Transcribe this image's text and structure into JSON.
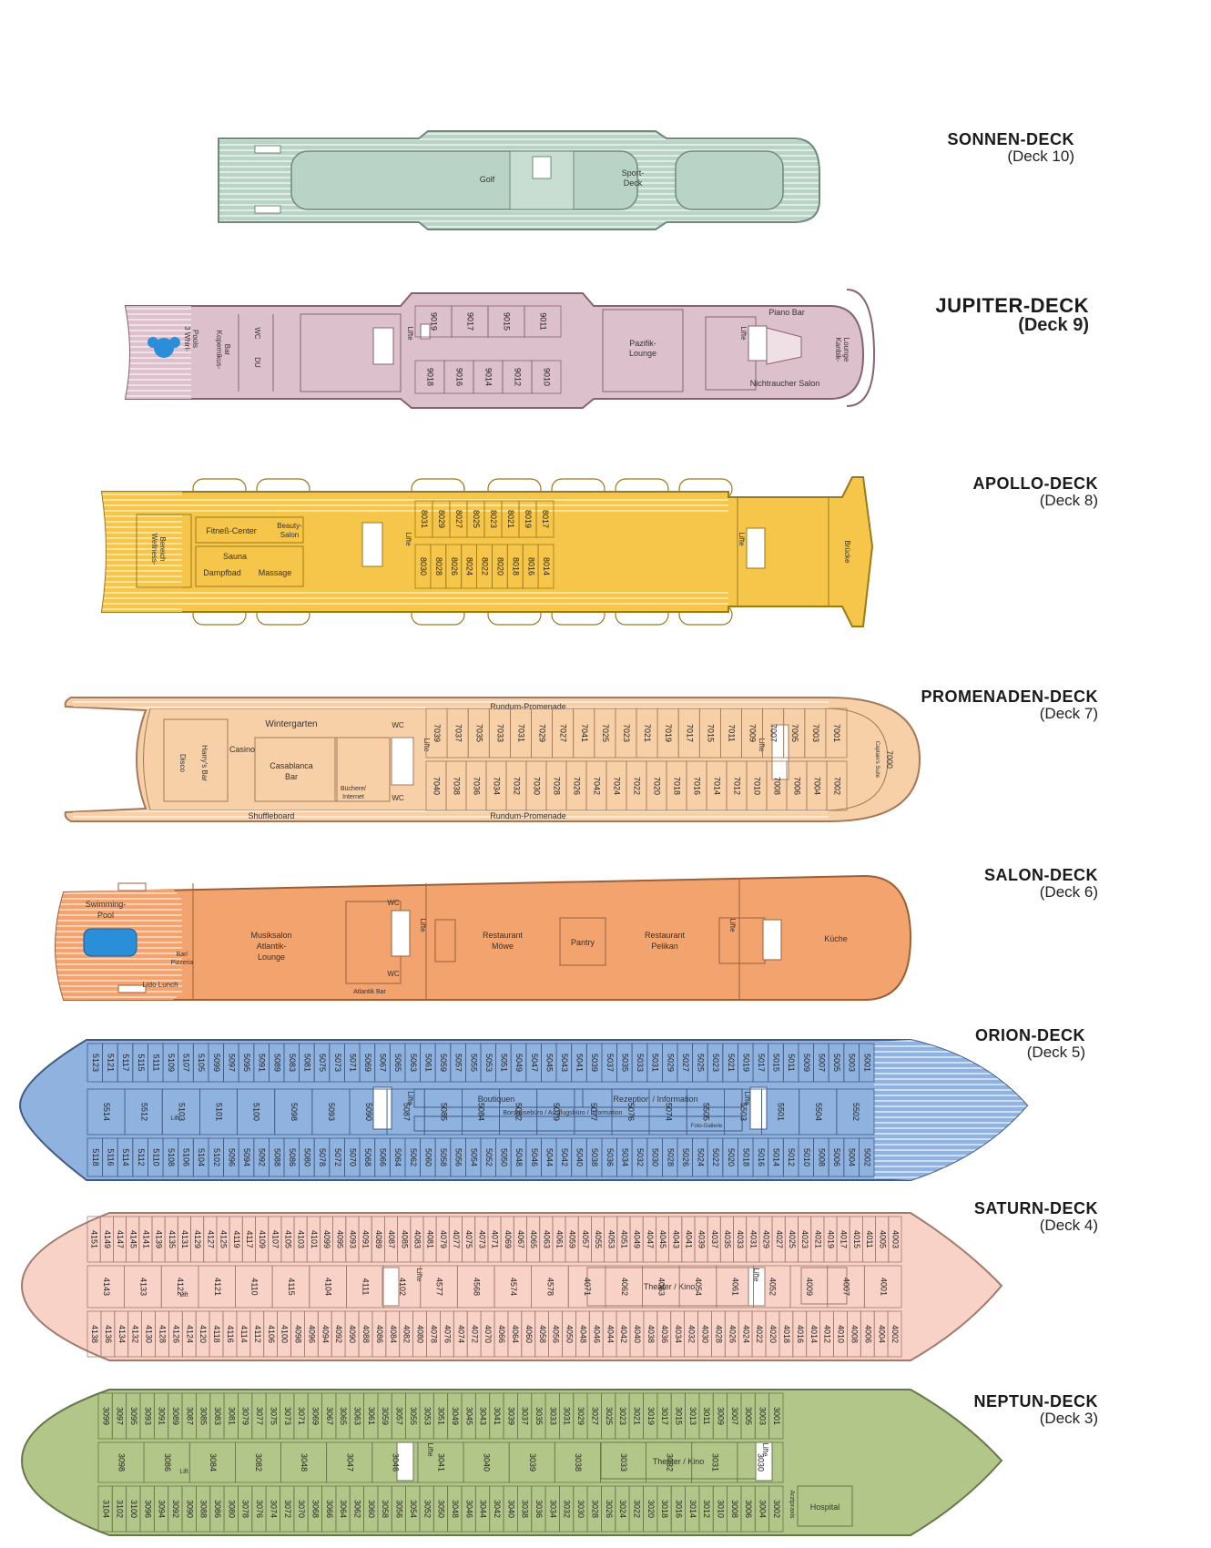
{
  "decks": [
    {
      "id": "sonnen",
      "name": "SONNEN-DECK",
      "number": "(Deck 10)",
      "color": "#b9d3c6",
      "stroke": "#6e8a7c",
      "rooms": {
        "golf": "Golf",
        "sport1": "Sport-",
        "sport2": "Deck"
      },
      "rows": []
    },
    {
      "id": "jupiter",
      "name": "JUPITER-DECK",
      "number": "(Deck 9)",
      "color": "#dcc0cc",
      "stroke": "#86636f",
      "rooms": {
        "whirl1": "3 Whirl-",
        "whirl2": "Pools",
        "kop1": "Kopernikus-",
        "kop2": "Bar",
        "wc": "WC",
        "du": "DU",
        "lifte": "Lifte",
        "pazifik1": "Pazifik-",
        "pazifik2": "Lounge",
        "lifte2": "Lifte",
        "piano": "Piano Bar",
        "kanbik1": "Kanbik-",
        "kanbik2": "Lounge",
        "nicht": "Nichtraucher Salon"
      },
      "rows": [
        [
          "9019",
          "9017",
          "9015",
          "9011"
        ],
        [
          "9018",
          "9016",
          "9014",
          "9012",
          "9010"
        ]
      ]
    },
    {
      "id": "apollo",
      "name": "APOLLO-DECK",
      "number": "(Deck 8)",
      "color": "#f6c64a",
      "stroke": "#9a7a1a",
      "rooms": {
        "well1": "Wellness-",
        "well2": "Bereich",
        "fit": "Fitneß-Center",
        "beauty1": "Beauty-",
        "beauty2": "Salon",
        "sauna": "Sauna",
        "dampf": "Dampfbad",
        "massage": "Massage",
        "lifte": "Lifte",
        "lifte2": "Lifte",
        "bruecke": "Brücke"
      },
      "rows": [
        [
          "8031",
          "8029",
          "8027",
          "8025",
          "8023",
          "8021",
          "8019",
          "8017"
        ],
        [
          "8030",
          "8028",
          "8026",
          "8024",
          "8022",
          "8020",
          "8018",
          "8016",
          "8014"
        ]
      ]
    },
    {
      "id": "promenaden",
      "name": "PROMENADEN-DECK",
      "number": "(Deck 7)",
      "color": "#f8d0a8",
      "stroke": "#a4785a",
      "rooms": {
        "rundum1": "Rundum-Promenade",
        "rundum2": "Rundum-Promenade",
        "winter": "Wintergarten",
        "disco": "Disco",
        "harry": "Harry's Bar",
        "casino": "Casino",
        "casa1": "Casablanca",
        "casa2": "Bar",
        "buech1": "Büchere/",
        "buech2": "Internet",
        "wc1": "WC",
        "wc2": "WC",
        "shuffle": "Shuffleboard",
        "lifte": "Lifte",
        "lifte2": "Lifte",
        "cap1": "7000",
        "cap2": "Captain's Suite"
      },
      "rows": [
        [
          "7039",
          "7037",
          "7035",
          "7033",
          "7031",
          "7029",
          "7027",
          "7041",
          "7025",
          "7023",
          "7021",
          "7019",
          "7017",
          "7015",
          "7011",
          "7009",
          "7007",
          "7005",
          "7003",
          "7001"
        ],
        [
          "7040",
          "7038",
          "7036",
          "7034",
          "7032",
          "7030",
          "7028",
          "7026",
          "7042",
          "7024",
          "7022",
          "7020",
          "7018",
          "7016",
          "7014",
          "7012",
          "7010",
          "7008",
          "7006",
          "7004",
          "7002"
        ]
      ]
    },
    {
      "id": "salon",
      "name": "SALON-DECK",
      "number": "(Deck 6)",
      "color": "#f2a36e",
      "stroke": "#9a603a",
      "rooms": {
        "swim1": "Swimming-",
        "swim2": "Pool",
        "bar1": "Bar/",
        "bar2": "Pizzeria",
        "lido": "Lido Lunch",
        "musik1": "Musiksalon",
        "musik2": "Atlantik-",
        "musik3": "Lounge",
        "atlbar": "Atlantik Bar",
        "wc1": "WC",
        "wc2": "WC",
        "lifte": "Lifte",
        "mowe1": "Restaurant",
        "mowe2": "Möwe",
        "pantry": "Pantry",
        "pel1": "Restaurant",
        "pel2": "Pelikan",
        "lifte2": "Lifte",
        "kueche": "Küche"
      },
      "rows": []
    },
    {
      "id": "orion",
      "name": "ORION-DECK",
      "number": "(Deck 5)",
      "color": "#90b2de",
      "stroke": "#405a86",
      "rooms": {
        "boutiquen": "Boutiquen",
        "rezeption": "Rezeption / Information",
        "bordreise": "Bordreisebüro / Ausflugsbüro / Information",
        "foto": "Foto-Gallerie",
        "lifte": "Lifte",
        "lifte2": "Lifte",
        "lift": "Lift"
      },
      "rows": [
        [
          "5123",
          "5121",
          "5117",
          "5115",
          "5111",
          "5109",
          "5107",
          "5105",
          "5099",
          "5097",
          "5095",
          "5091",
          "5089",
          "5083",
          "5081",
          "5075",
          "5073",
          "5071",
          "5069",
          "5067",
          "5065",
          "5063",
          "5061",
          "5059",
          "5057",
          "5055",
          "5053",
          "5051",
          "5049",
          "5047",
          "5045",
          "5043",
          "5041",
          "5039",
          "5037",
          "5035",
          "5033",
          "5031",
          "5029",
          "5027",
          "5025",
          "5023",
          "5021",
          "5019",
          "5017",
          "5015",
          "5011",
          "5009",
          "5007",
          "5005",
          "5003",
          "5001"
        ],
        [
          "5514",
          "5512",
          "5103",
          "5101",
          "5100",
          "5098",
          "5093",
          "5090",
          "5087",
          "5085",
          "5084",
          "5082",
          "5079",
          "5077",
          "5076",
          "5074",
          "5505",
          "5503",
          "5501",
          "5504",
          "5502"
        ],
        [
          "5118",
          "5116",
          "5114",
          "5112",
          "5110",
          "5108",
          "5106",
          "5104",
          "5102",
          "5096",
          "5094",
          "5092",
          "5088",
          "5086",
          "5080",
          "5078",
          "5072",
          "5070",
          "5068",
          "5066",
          "5064",
          "5062",
          "5060",
          "5058",
          "5056",
          "5054",
          "5052",
          "5050",
          "5048",
          "5046",
          "5044",
          "5042",
          "5040",
          "5038",
          "5036",
          "5034",
          "5032",
          "5030",
          "5028",
          "5026",
          "5024",
          "5022",
          "5020",
          "5018",
          "5016",
          "5014",
          "5012",
          "5010",
          "5008",
          "5006",
          "5004",
          "5002"
        ]
      ]
    },
    {
      "id": "saturn",
      "name": "SATURN-DECK",
      "number": "(Deck 4)",
      "color": "#f8d2c6",
      "stroke": "#a27a6c",
      "rooms": {
        "theater": "Theater / Kino",
        "lifte": "Lifte",
        "lifte2": "Lifte",
        "lift": "Lift"
      },
      "rows": [
        [
          "4151",
          "4149",
          "4147",
          "4145",
          "4141",
          "4139",
          "4135",
          "4131",
          "4129",
          "4127",
          "4125",
          "4119",
          "4117",
          "4109",
          "4107",
          "4105",
          "4103",
          "4101",
          "4099",
          "4095",
          "4093",
          "4091",
          "4089",
          "4087",
          "4085",
          "4083",
          "4081",
          "4079",
          "4077",
          "4075",
          "4073",
          "4071",
          "4069",
          "4067",
          "4065",
          "4063",
          "4061",
          "4059",
          "4057",
          "4055",
          "4053",
          "4051",
          "4049",
          "4047",
          "4045",
          "4043",
          "4041",
          "4039",
          "4037",
          "4035",
          "4033",
          "4031",
          "4029",
          "4027",
          "4025",
          "4023",
          "4021",
          "4019",
          "4017",
          "4015",
          "4011",
          "4005",
          "4003"
        ],
        [
          "4143",
          "4133",
          "4122",
          "4121",
          "4110",
          "4115",
          "4104",
          "4111",
          "4102",
          "4577",
          "4568",
          "4574",
          "4578",
          "4071",
          "4062",
          "4063",
          "4054",
          "4061",
          "4052",
          "4009",
          "4007",
          "4001"
        ],
        [
          "4138",
          "4136",
          "4134",
          "4132",
          "4130",
          "4128",
          "4126",
          "4124",
          "4120",
          "4118",
          "4116",
          "4114",
          "4112",
          "4106",
          "4100",
          "4098",
          "4096",
          "4094",
          "4092",
          "4090",
          "4088",
          "4086",
          "4084",
          "4082",
          "4080",
          "4078",
          "4076",
          "4074",
          "4072",
          "4070",
          "4066",
          "4064",
          "4060",
          "4058",
          "4056",
          "4050",
          "4048",
          "4046",
          "4044",
          "4042",
          "4040",
          "4038",
          "4036",
          "4034",
          "4032",
          "4030",
          "4028",
          "4026",
          "4024",
          "4022",
          "4020",
          "4018",
          "4016",
          "4014",
          "4012",
          "4010",
          "4008",
          "4006",
          "4004",
          "4002"
        ]
      ]
    },
    {
      "id": "neptun",
      "name": "NEPTUN-DECK",
      "number": "(Deck 3)",
      "color": "#b2c68a",
      "stroke": "#66784a",
      "rooms": {
        "theater": "Theater / Kino",
        "lifte": "Lifte",
        "lifte2": "Lifte",
        "lift": "Lift",
        "arzt": "Arztpraxis",
        "hospital": "Hospital"
      },
      "rows": [
        [
          "3099",
          "3097",
          "3095",
          "3093",
          "3091",
          "3089",
          "3087",
          "3085",
          "3083",
          "3081",
          "3079",
          "3077",
          "3075",
          "3073",
          "3071",
          "3069",
          "3067",
          "3065",
          "3063",
          "3061",
          "3059",
          "3057",
          "3055",
          "3053",
          "3051",
          "3049",
          "3045",
          "3043",
          "3041",
          "3039",
          "3037",
          "3035",
          "3033",
          "3031",
          "3029",
          "3027",
          "3025",
          "3023",
          "3021",
          "3019",
          "3017",
          "3015",
          "3013",
          "3011",
          "3009",
          "3007",
          "3005",
          "3003",
          "3001"
        ],
        [
          "3098",
          "3086",
          "3084",
          "3082",
          "3048",
          "3047",
          "3046",
          "3041",
          "3040",
          "3039",
          "3038",
          "3033",
          "3032",
          "3031",
          "3030"
        ],
        [
          "3104",
          "3102",
          "3100",
          "3096",
          "3094",
          "3092",
          "3090",
          "3088",
          "3086",
          "3080",
          "3078",
          "3076",
          "3074",
          "3072",
          "3070",
          "3068",
          "3066",
          "3064",
          "3062",
          "3060",
          "3058",
          "3056",
          "3054",
          "3052",
          "3050",
          "3048",
          "3046",
          "3044",
          "3042",
          "3040",
          "3038",
          "3036",
          "3034",
          "3032",
          "3030",
          "3028",
          "3026",
          "3024",
          "3022",
          "3020",
          "3018",
          "3016",
          "3014",
          "3012",
          "3010",
          "3008",
          "3006",
          "3004",
          "3002"
        ]
      ]
    }
  ]
}
